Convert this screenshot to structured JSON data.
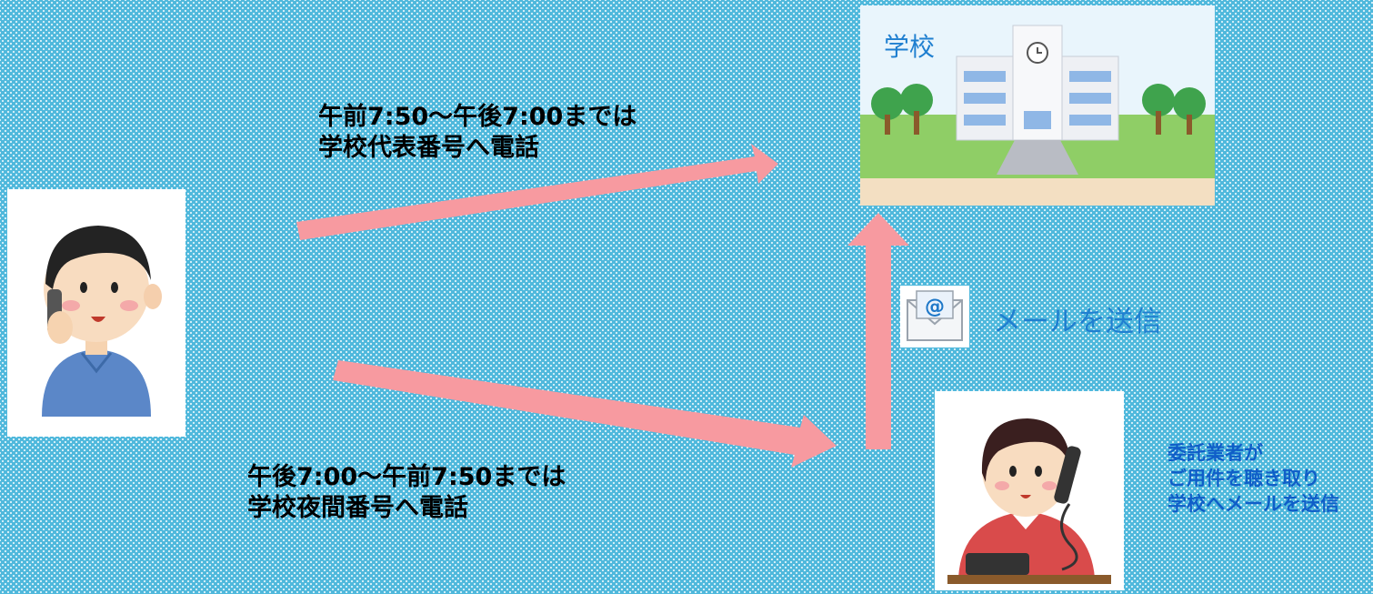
{
  "school": {
    "label": "学校"
  },
  "day_route": {
    "line1": "午前7:50～午後7:00までは",
    "line2": "学校代表番号へ電話"
  },
  "night_route": {
    "line1": "午後7:00～午前7:50までは",
    "line2": "学校夜間番号へ電話"
  },
  "mail": {
    "label": "メールを送信",
    "icon": "@"
  },
  "operator": {
    "line1": "委託業者が",
    "line2": "ご用件を聴き取り",
    "line3": "学校へメールを送信"
  },
  "colors": {
    "arrow": "#f79aa0",
    "accent_text": "#1f7fd0",
    "operator_text": "#0f5ec8"
  }
}
